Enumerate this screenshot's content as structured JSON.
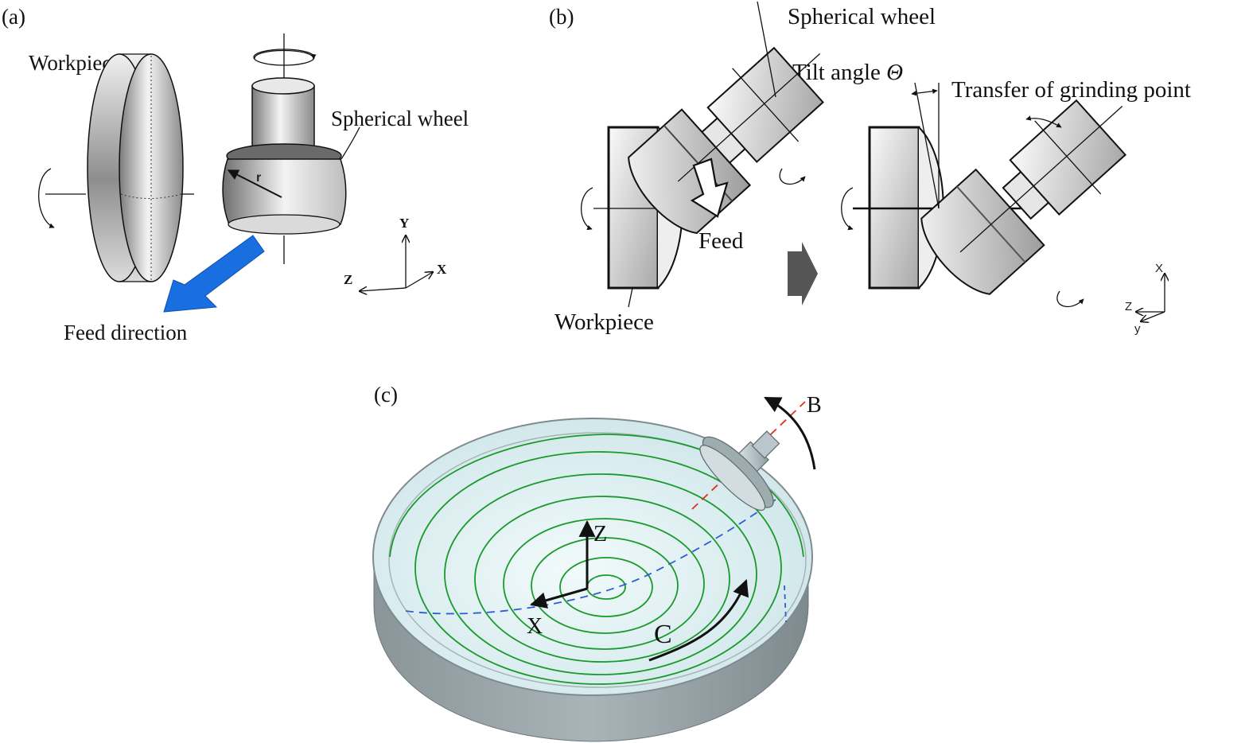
{
  "panel_a": {
    "tag": "(a)",
    "workpiece": "Workpiece",
    "wheel": "Spherical wheel",
    "radius": "r",
    "feed": "Feed direction",
    "axes": {
      "y": "Y",
      "x": "X",
      "z": "Z"
    },
    "feed_arrow_color": "#1a6fe0"
  },
  "panel_b": {
    "tag": "(b)",
    "wheel": "Spherical wheel",
    "tilt": "Tilt angle",
    "theta": "Θ",
    "transfer": "Transfer of grinding point",
    "feed": "Feed",
    "workpiece": "Workpiece",
    "axes": {
      "x": "X",
      "z": "Z",
      "y": "y"
    }
  },
  "panel_c": {
    "tag": "(c)",
    "z": "Z",
    "x": "X",
    "b": "B",
    "c": "C",
    "surface_color": "#dcf0f2",
    "spiral_color": "#1a9a2a",
    "body_color": "#8c979b",
    "path_color": "#2d5fd4",
    "axis_color": "#e0301e"
  }
}
